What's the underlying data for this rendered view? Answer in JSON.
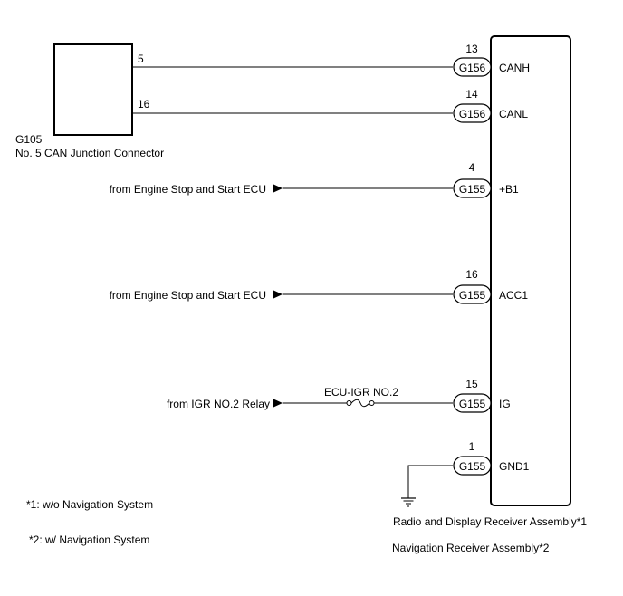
{
  "junction": {
    "code": "G105",
    "name": "No. 5 CAN Junction Connector",
    "pin_canh": "5",
    "pin_canl": "16"
  },
  "receiver": {
    "name1": "Radio and Display Receiver Assembly*1",
    "name2": "Navigation Receiver Assembly*2"
  },
  "pins": [
    {
      "pin": "13",
      "connector": "G156",
      "signal": "CANH"
    },
    {
      "pin": "14",
      "connector": "G156",
      "signal": "CANL"
    },
    {
      "pin": "4",
      "connector": "G155",
      "signal": "+B1"
    },
    {
      "pin": "16",
      "connector": "G155",
      "signal": "ACC1"
    },
    {
      "pin": "15",
      "connector": "G155",
      "signal": "IG"
    },
    {
      "pin": "1",
      "connector": "G155",
      "signal": "GND1"
    }
  ],
  "sources": {
    "b1": "from Engine Stop and Start ECU",
    "acc1": "from Engine Stop and Start ECU",
    "ig": "from IGR NO.2 Relay"
  },
  "fuse": "ECU-IGR NO.2",
  "notes": {
    "n1": "*1: w/o Navigation System",
    "n2": "*2: w/ Navigation System"
  }
}
